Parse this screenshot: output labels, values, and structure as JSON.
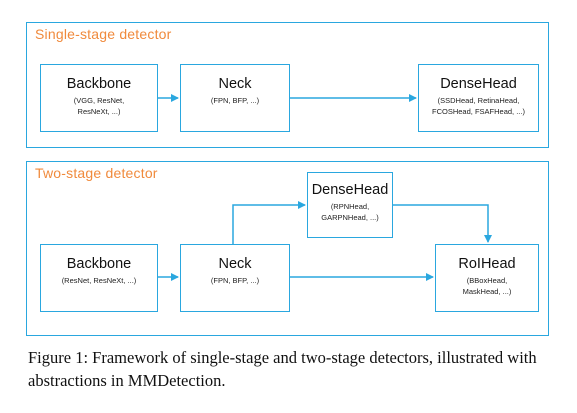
{
  "single_stage": {
    "title": "Single-stage detector",
    "backbone": {
      "title": "Backbone",
      "sub": "(VGG, ResNet,\nResNeXt, ...)"
    },
    "neck": {
      "title": "Neck",
      "sub": "(FPN, BFP, ...)"
    },
    "densehead": {
      "title": "DenseHead",
      "sub": "(SSDHead, RetinaHead,\nFCOSHead, FSAFHead, ...)"
    }
  },
  "two_stage": {
    "title": "Two-stage detector",
    "backbone": {
      "title": "Backbone",
      "sub": "(ResNet, ResNeXt, ...)"
    },
    "neck": {
      "title": "Neck",
      "sub": "(FPN, BFP, ...)"
    },
    "densehead": {
      "title": "DenseHead",
      "sub": "(RPNHead,\nGARPNHead, ...)"
    },
    "roihead": {
      "title": "RoIHead",
      "sub": "(BBoxHead,\nMaskHead, ...)"
    }
  },
  "caption": "Figure 1: Framework of single-stage and two-stage detectors, illustrated with abstractions in MMDetection.",
  "colors": {
    "border": "#2aa7df",
    "title": "#f08a3c",
    "arrow": "#2aa7df"
  }
}
